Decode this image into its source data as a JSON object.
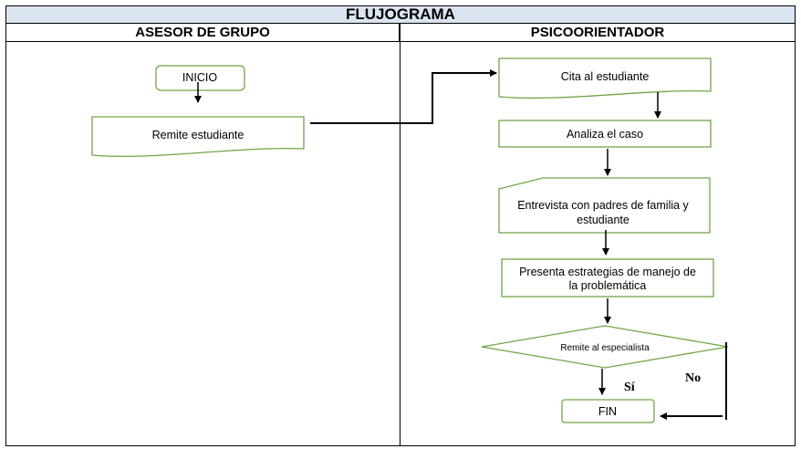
{
  "title": "FLUJOGRAMA",
  "lanes": {
    "left": "ASESOR DE GRUPO",
    "right": "PSICOORIENTADOR"
  },
  "nodes": {
    "inicio": "INICIO",
    "remite_estudiante": "Remite estudiante",
    "cita": "Cita al estudiante",
    "analiza": "Analiza el caso",
    "entrevista_l1": "Entrevista con padres de familia y",
    "entrevista_l2": "estudiante",
    "presenta_l1": "Presenta estrategias de manejo de",
    "presenta_l2": "la problemática",
    "decision": "Remite al especialista",
    "fin": "FIN"
  },
  "edge_labels": {
    "si": "Sí",
    "no": "No"
  },
  "colors": {
    "shape_border": "#71a54a",
    "header_fill": "#dbe5f1",
    "line": "#000000"
  }
}
